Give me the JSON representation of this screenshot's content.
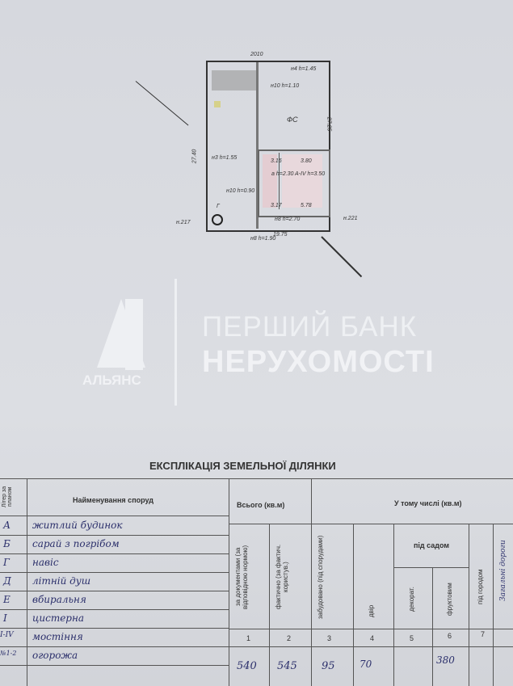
{
  "plan": {
    "top_dim": "2010",
    "bottom_dim": "19.75",
    "left_dim": "27.40",
    "right_dim": "27.25",
    "labels": [
      "н4 h=1.45",
      "н10 h=1.10",
      "ФС",
      "н3 h=1.55",
      "н10 h=0.90",
      "а h=2.30",
      "А-ІV h=3.50",
      "3.16",
      "3.80",
      "3.17",
      "5.78",
      "Г",
      "н8 h=1.90",
      "н8 h=2.70",
      "н.217",
      "н.221"
    ]
  },
  "watermark": {
    "logo_text": "АЛЬЯНС",
    "line1": "ПЕРШИЙ БАНК",
    "line2": "НЕРУХОМОСТІ"
  },
  "table": {
    "title": "ЕКСПЛІКАЦІЯ ЗЕМЕЛЬНОЇ ДІЛЯНКИ",
    "col_litera": "Літер за планом",
    "col_name": "Найменування споруд",
    "col_total": "Всього (кв.м)",
    "col_incl": "У тому числі (кв.м)",
    "sub_doc": "за документами (за відповідною нормою)",
    "sub_fact": "фактично (за фактич. користув.)",
    "sub_built": "забудовано (під спорудами)",
    "sub_yard": "двір",
    "sub_garden": "під садом",
    "sub_decor": "декорат.",
    "sub_fruit": "фруктовим",
    "sub_veg": "під городом",
    "sub_last": "Загальні дороги",
    "nums": [
      "1",
      "2",
      "3",
      "4",
      "5",
      "6",
      "7"
    ],
    "rows": [
      {
        "lit": "А",
        "name": "житлий будинок"
      },
      {
        "lit": "Б",
        "name": "сарай з погрібом"
      },
      {
        "lit": "Г",
        "name": "навіс"
      },
      {
        "lit": "Д",
        "name": "літній душ"
      },
      {
        "lit": "Е",
        "name": "вбиральня"
      },
      {
        "lit": "І",
        "name": "цистерна"
      },
      {
        "lit": "І-ІV",
        "name": "мостіння"
      },
      {
        "lit": "№1-2",
        "name": "огорожа"
      }
    ],
    "values": {
      "doc": "540",
      "fact": "545",
      "built": "95",
      "yard": "70",
      "fruit": "380"
    }
  }
}
